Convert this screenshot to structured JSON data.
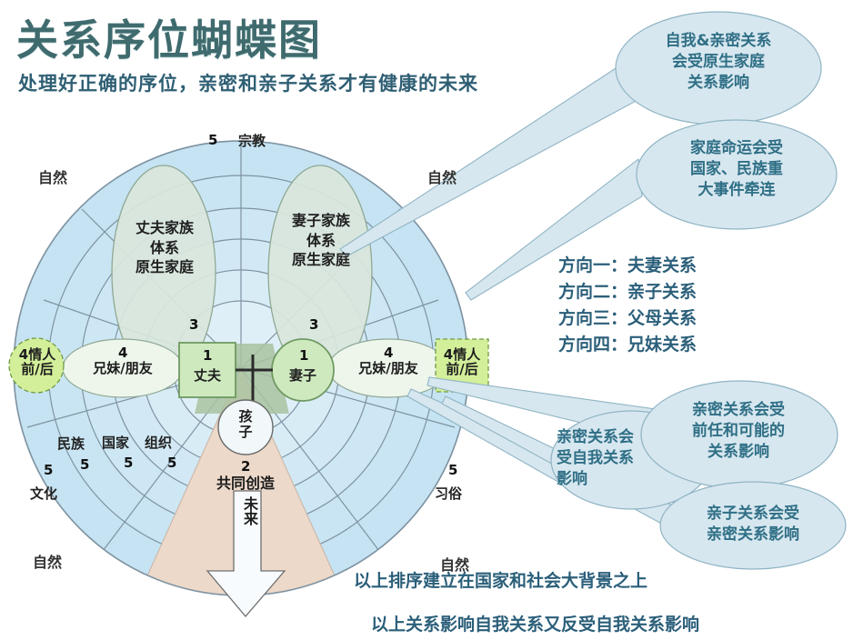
{
  "header": {
    "title": "关系序位蝴蝶图",
    "subtitle": "处理好正确的序位，亲密和亲子关系才有健康的未来"
  },
  "colors": {
    "title": "#3f6b6e",
    "accent_blue": "#2f6f86",
    "ring_fill": "#c5e3f2",
    "ring_stroke": "#7f93a2",
    "family_fill": "#d9e6dc",
    "node_fill": "#cfe9bf",
    "overlap_fill": "#a9c2a0",
    "arrow_fill": "#e9d5c6",
    "callout_fill": "#d7e7ef",
    "callout_stroke": "#8fb4c4"
  },
  "diagram": {
    "top_ring": {
      "num": "5",
      "label": "宗教"
    },
    "nature_labels": [
      "自然",
      "自然",
      "自然",
      "自然"
    ],
    "family_left": "丈夫家族\n体系\n原生家庭",
    "family_left_lines": [
      "丈夫家族",
      "体系",
      "原生家庭"
    ],
    "family_right_lines": [
      "妻子家族",
      "体系",
      "原生家庭"
    ],
    "family_left_num": "3",
    "family_right_num": "3",
    "lover_left": {
      "num": "4",
      "line1": "4情人",
      "line2": "前/后"
    },
    "lover_right": {
      "num": "4",
      "line1": "4情人",
      "line2": "前/后"
    },
    "sibling_left": {
      "num": "4",
      "label": "兄妹/朋友"
    },
    "sibling_right": {
      "num": "4",
      "label": "兄妹/朋友"
    },
    "husband": {
      "num": "1",
      "label": "丈夫"
    },
    "wife": {
      "num": "1",
      "label": "妻子"
    },
    "child": {
      "label_line1": "孩",
      "label_line2": "子"
    },
    "future": {
      "num": "2",
      "label": "共同创造",
      "arrow_text": "未来"
    },
    "outer_rings_left": [
      {
        "num": "5",
        "label": "文化"
      },
      {
        "num": "5",
        "label": "民族"
      },
      {
        "num": "5",
        "label": "国家"
      },
      {
        "num": "5",
        "label": "组织"
      }
    ],
    "outer_rings_right": [
      {
        "num": "5",
        "label": "习俗"
      }
    ]
  },
  "directions": {
    "items": [
      "方向一：夫妻关系",
      "方向二：亲子关系",
      "方向三：父母关系",
      "方向四：兄妹关系"
    ]
  },
  "callouts": [
    {
      "id": "callout-origin-family",
      "lines": [
        "自我&亲密关系",
        "会受原生家庭",
        "关系影响"
      ]
    },
    {
      "id": "callout-nation-event",
      "lines": [
        "家庭命运会受",
        "国家、民族重",
        "大事件牵连"
      ]
    },
    {
      "id": "callout-self-relation",
      "lines": [
        "亲密关系会",
        "受自我关系",
        "影响"
      ]
    },
    {
      "id": "callout-ex-lover",
      "lines": [
        "亲密关系会受",
        "前任和可能的",
        "关系影响"
      ]
    },
    {
      "id": "callout-parent-child",
      "lines": [
        "亲子关系会受",
        "亲密关系影响"
      ]
    }
  ],
  "notes": [
    "以上排序建立在国家和社会大背景之上",
    "以上关系影响自我关系又反受自我关系影响"
  ]
}
